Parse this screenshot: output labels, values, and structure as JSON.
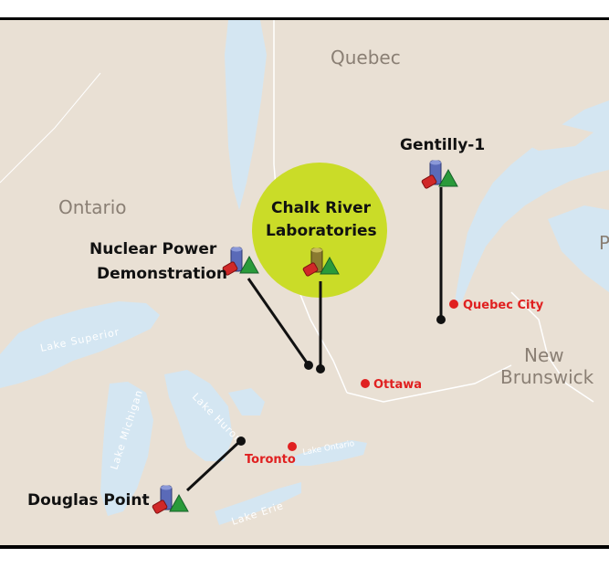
{
  "regions": {
    "quebec": "Quebec",
    "ontario": "Ontario",
    "new": "New",
    "brunswick": "Brunswick",
    "cut": "P"
  },
  "lakes": {
    "superior": "Lake Superior",
    "michigan": "Lake Michigan",
    "huron": "Lake Huron",
    "ontario": "Lake Ontario",
    "erie": "Lake Erie"
  },
  "cities": {
    "ottawa": "Ottawa",
    "toronto": "Toronto",
    "quebec_city": "Quebec City"
  },
  "sites": {
    "gentilly_1": "Gentilly-1",
    "chalk_river_line1": "Chalk River",
    "chalk_river_line2": "Laboratories",
    "npd_line1": "Nuclear Power",
    "npd_line2": "Demonstration",
    "douglas_point": "Douglas Point"
  },
  "colors": {
    "land": "#e9e0d4",
    "water": "#d4e6f2",
    "border_frame": "#000000",
    "city_marker": "#e02020",
    "highlight": "#cadc28"
  }
}
